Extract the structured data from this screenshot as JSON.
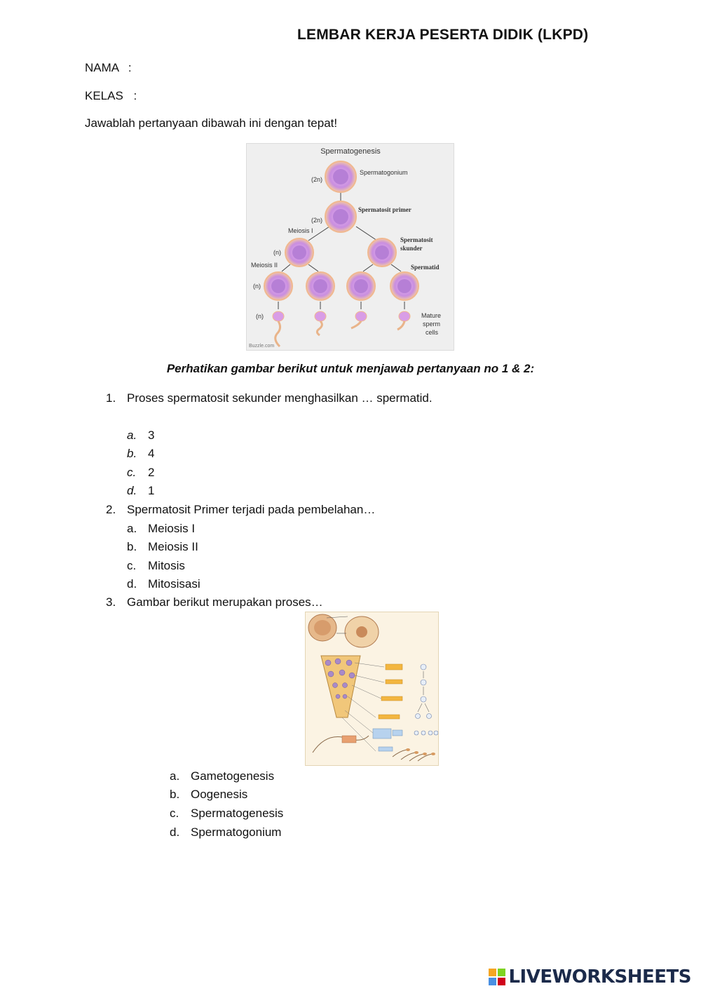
{
  "header": {
    "title": "LEMBAR KERJA PESERTA DIDIK (LKPD)"
  },
  "fields": {
    "nama_label": "NAMA",
    "kelas_label": "KELAS",
    "separator": ":"
  },
  "instruction": "Jawablah pertanyaan dibawah ini dengan tepat!",
  "figure1": {
    "title": "Spermatogenesis",
    "labels": {
      "spermatogonium": "Spermatogonium",
      "spermatosit_primer": "Spermatosit primer",
      "meiosis1": "Meiosis I",
      "spermatosit_skunder_1": "Spermatosit",
      "spermatosit_skunder_2": "skunder",
      "meiosis2": "Meiosis II",
      "spermatid": "Spermatid",
      "mature_1": "Mature",
      "mature_2": "sperm",
      "mature_3": "cells",
      "two_n": "(2n)",
      "n": "(n)",
      "credit": "Buzzle.com"
    }
  },
  "note": "Perhatikan gambar berikut untuk menjawab pertanyaan no 1 & 2:",
  "questions": [
    {
      "number": "1.",
      "text": "Proses spermatosit sekunder menghasilkan … spermatid.",
      "options": [
        {
          "letter": "a.",
          "text": "3"
        },
        {
          "letter": "b.",
          "text": "4"
        },
        {
          "letter": "c.",
          "text": "2"
        },
        {
          "letter": "d.",
          "text": "1"
        }
      ]
    },
    {
      "number": "2.",
      "text": "Spermatosit Primer terjadi pada pembelahan…",
      "options": [
        {
          "letter": "a.",
          "text": "Meiosis I"
        },
        {
          "letter": "b.",
          "text": "Meiosis II"
        },
        {
          "letter": "c.",
          "text": "Mitosis"
        },
        {
          "letter": "d.",
          "text": "Mitosisasi"
        }
      ]
    },
    {
      "number": "3.",
      "text": "Gambar berikut merupakan proses…",
      "options": [
        {
          "letter": "a.",
          "text": "Gametogenesis"
        },
        {
          "letter": "b.",
          "text": "Oogenesis"
        },
        {
          "letter": "c.",
          "text": "Spermatogenesis"
        },
        {
          "letter": "d.",
          "text": "Spermatogonium"
        }
      ]
    }
  ],
  "footer": {
    "brand": "LIVEWORKSHEETS",
    "brand_icon": "liveworksheets-logo-icon"
  },
  "colors": {
    "cell_fill": "#d9a0e6",
    "cell_ring": "#f4c9a8",
    "nucleus": "#9b6fc9",
    "brand": "#1b2a4a"
  }
}
